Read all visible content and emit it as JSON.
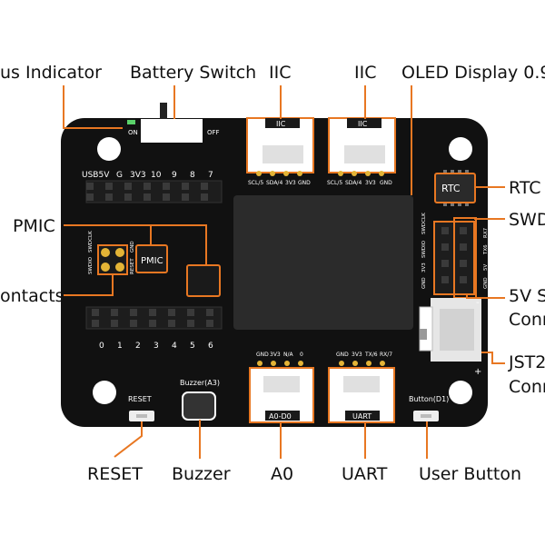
{
  "callouts": {
    "status_indicator": "us Indicator",
    "battery_switch": "Battery Switch",
    "iic_left": "IIC",
    "iic_right": "IIC",
    "oled_display": "OLED Display 0.9",
    "rtc": "RTC",
    "swd": "SWD",
    "pmic": "PMIC",
    "contacts": "ontacts",
    "five_v": "5V S",
    "five_v_line2": "Conn",
    "jst": "JST2",
    "jst_line2": "Conn",
    "reset": "RESET",
    "buzzer": "Buzzer",
    "a0": "A0",
    "uart": "UART",
    "user_button": "User Button"
  },
  "board": {
    "switch_on": "ON",
    "switch_off": "OFF",
    "top_header_pins": [
      "USB5V",
      "G",
      "3V3",
      "10",
      "9",
      "8",
      "7"
    ],
    "bottom_header_pins": [
      "0",
      "1",
      "2",
      "3",
      "4",
      "5",
      "6"
    ],
    "iic_left_label": "IIC",
    "iic_right_label": "IIC",
    "iic_left_pins": [
      "SCL/5",
      "SDA/4",
      "3V3",
      "GND"
    ],
    "iic_right_pins": [
      "SCL/5",
      "SDA/4",
      "3V3",
      "GND"
    ],
    "a0_label": "A0-D0",
    "a0_pins": [
      "GND",
      "3V3",
      "N/A",
      "0"
    ],
    "uart_label": "UART",
    "uart_pins": [
      "GND",
      "3V3",
      "TX/6",
      "RX/7"
    ],
    "rtc_label": "RTC",
    "pmic_label": "PMIC",
    "swd_left_pins": [
      "SWDCLK",
      "SWDIO",
      "3V3",
      "GND"
    ],
    "swd_right_pins": [
      "RX7",
      "TX6",
      "5V",
      "GND"
    ],
    "contact_pins_left": [
      "SWDIO",
      "SWDCLK"
    ],
    "contact_pins_right": [
      "RESET",
      "GND"
    ],
    "reset_label": "RESET",
    "buzzer_label": "Buzzer(A3)",
    "button_label": "Button(D1)",
    "jst_minus": "-",
    "jst_plus": "+"
  }
}
